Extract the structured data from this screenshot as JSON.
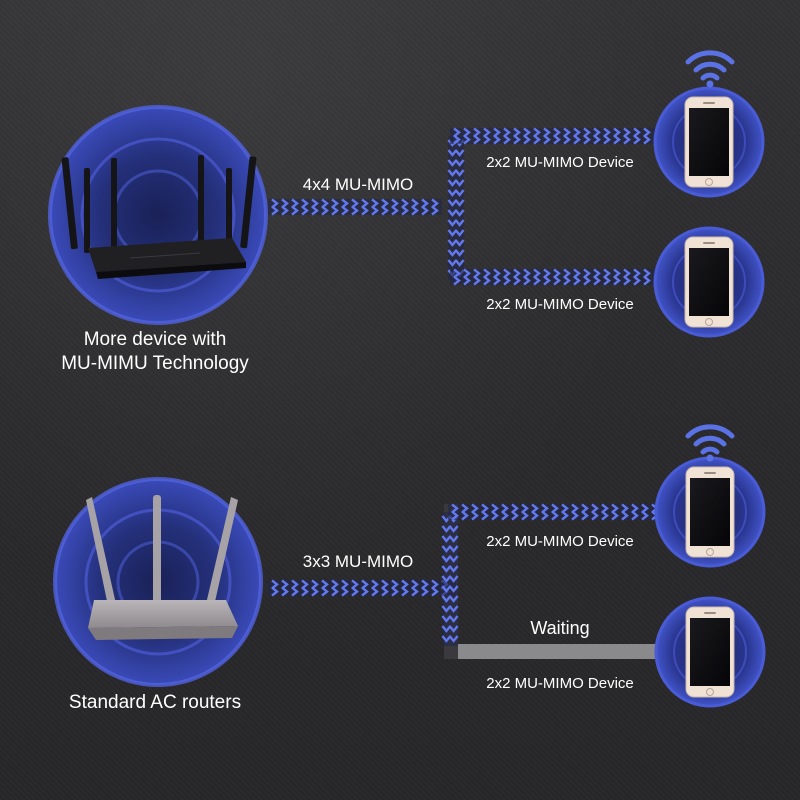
{
  "colors": {
    "background": "#2c2c2e",
    "ring_blue": "#2e3a8c",
    "ring_light": "#4a5bd6",
    "arrow_blue": "#5b72e6",
    "wait_line": "#8a8a8c",
    "text": "#ffffff",
    "phone_frame": "#e6d4c6"
  },
  "top_section": {
    "router": {
      "icon": "black-router-6-antenna-icon",
      "caption_line1": "More device with",
      "caption_line2": "MU-MIMU Technology"
    },
    "link_label": "4x4 MU-MIMO",
    "devices": [
      {
        "label": "2x2 MU-MIMO Device",
        "icon": "smartphone-icon",
        "wifi": true
      },
      {
        "label": "2x2 MU-MIMO Device",
        "icon": "smartphone-icon",
        "wifi": false
      }
    ]
  },
  "bottom_section": {
    "router": {
      "icon": "gray-router-3-antenna-icon",
      "caption": "Standard AC routers"
    },
    "link_label": "3x3 MU-MIMO",
    "waiting_label": "Waiting",
    "devices": [
      {
        "label": "2x2 MU-MIMO Device",
        "icon": "smartphone-icon",
        "wifi": true
      },
      {
        "label": "2x2 MU-MIMO Device",
        "icon": "smartphone-icon",
        "wifi": false
      }
    ]
  }
}
